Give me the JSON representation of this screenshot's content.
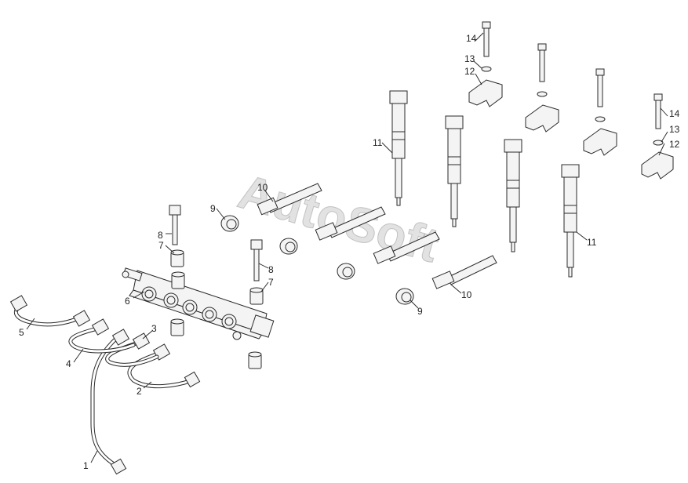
{
  "watermark": "AutoSoft",
  "callouts": [
    {
      "id": "c1",
      "text": "1"
    },
    {
      "id": "c2",
      "text": "2"
    },
    {
      "id": "c3",
      "text": "3"
    },
    {
      "id": "c4",
      "text": "4"
    },
    {
      "id": "c5",
      "text": "5"
    },
    {
      "id": "c6",
      "text": "6"
    },
    {
      "id": "c7a",
      "text": "7"
    },
    {
      "id": "c7b",
      "text": "7"
    },
    {
      "id": "c8a",
      "text": "8"
    },
    {
      "id": "c8b",
      "text": "8"
    },
    {
      "id": "c9a",
      "text": "9"
    },
    {
      "id": "c9b",
      "text": "9"
    },
    {
      "id": "c10a",
      "text": "10"
    },
    {
      "id": "c10b",
      "text": "10"
    },
    {
      "id": "c11a",
      "text": "11"
    },
    {
      "id": "c11b",
      "text": "11"
    },
    {
      "id": "c12a",
      "text": "12"
    },
    {
      "id": "c12b",
      "text": "12"
    },
    {
      "id": "c13a",
      "text": "13"
    },
    {
      "id": "c13b",
      "text": "13"
    },
    {
      "id": "c14a",
      "text": "14"
    },
    {
      "id": "c14b",
      "text": "14"
    }
  ]
}
